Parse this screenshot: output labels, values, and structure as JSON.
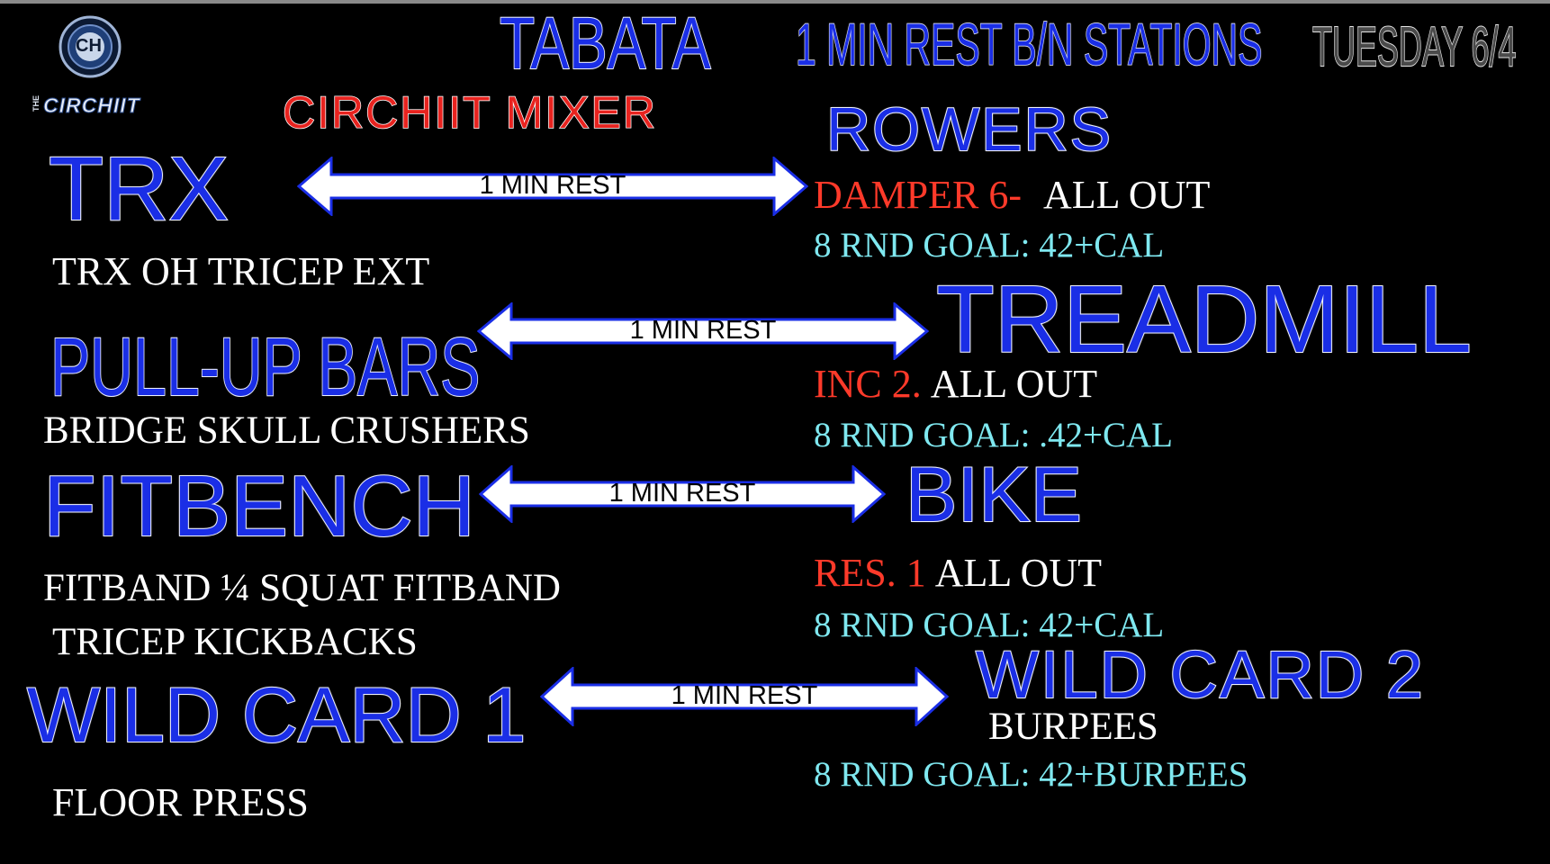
{
  "header": {
    "title": "TABATA",
    "subtitle": "CIRCHIIT MIXER",
    "rest_note": "1 MIN REST B/N STATIONS",
    "date": "TUESDAY 6/4"
  },
  "logo": {
    "monogram": "CH",
    "wordmark_prefix": "THE",
    "wordmark": "CIRCHIIT"
  },
  "arrow_label": "1 MIN REST",
  "stations_left": [
    {
      "name": "TRX",
      "exercise": "TRX OH TRICEP EXT"
    },
    {
      "name": "PULL-UP BARS",
      "exercise": "BRIDGE SKULL CRUSHERS"
    },
    {
      "name": "FITBENCH",
      "exercise_line1": "FITBAND ¼ SQUAT FITBAND",
      "exercise_line2": "TRICEP KICKBACKS"
    },
    {
      "name": "WILD CARD 1",
      "exercise": "FLOOR PRESS"
    }
  ],
  "stations_right": [
    {
      "name": "ROWERS",
      "setting": "DAMPER 6-",
      "effort": "ALL OUT",
      "goal": "8 RND GOAL: 42+CAL"
    },
    {
      "name": "TREADMILL",
      "setting": "INC 2.",
      "effort": "ALL OUT",
      "goal": "8 RND GOAL: .42+CAL"
    },
    {
      "name": "BIKE",
      "setting": "RES. 1",
      "effort": "ALL OUT",
      "goal": "8 RND GOAL: 42+CAL"
    },
    {
      "name": "WILD CARD 2",
      "exercise": "BURPEES",
      "goal": "8 RND GOAL: 42+BURPEES"
    }
  ],
  "colors": {
    "background": "#000000",
    "station_blue": "#1a2ee6",
    "goal_cyan": "#7fe8f0",
    "setting_red": "#ff3a2a",
    "subtitle_red": "#e8231f"
  }
}
